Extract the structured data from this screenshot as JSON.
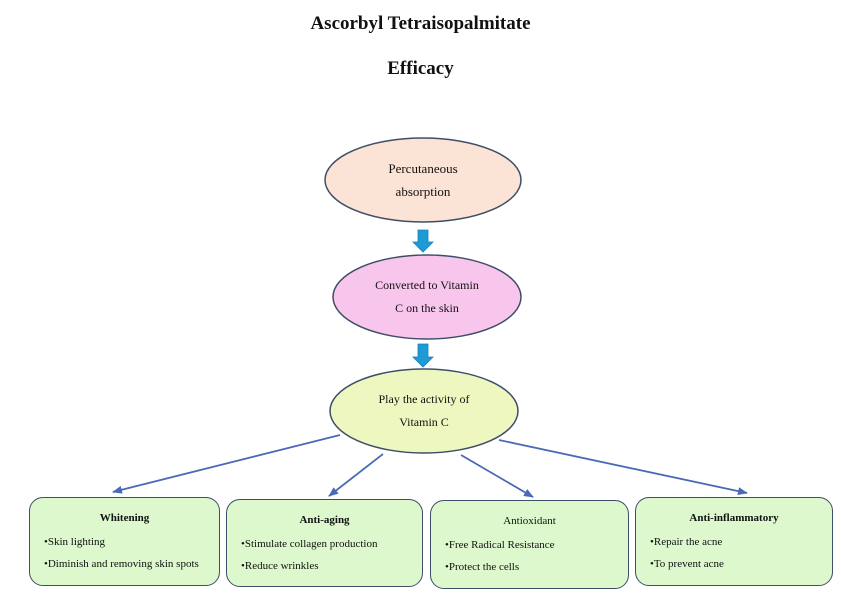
{
  "title": {
    "line1": "Ascorbyl Tetraisopalmitate",
    "line2": "Efficacy"
  },
  "flow": [
    {
      "line1": "Percutaneous",
      "line2": "absorption",
      "fill": "#fbe4d5"
    },
    {
      "line1": "Converted to Vitamin",
      "line2": "C on the skin",
      "fill": "#f8c6ec"
    },
    {
      "line1": "Play the activity of",
      "line2": "Vitamin C",
      "fill": "#eef7c0"
    }
  ],
  "effects": [
    {
      "title": "Whitening",
      "bold": true,
      "items": [
        "Skin lighting",
        "Diminish and removing skin spots"
      ]
    },
    {
      "title": "Anti-aging",
      "bold": true,
      "items": [
        "Stimulate collagen production",
        "Reduce wrinkles"
      ]
    },
    {
      "title": "Antioxidant",
      "bold": false,
      "items": [
        "Free Radical Resistance",
        "Protect the cells"
      ]
    },
    {
      "title": "Anti-inflammatory",
      "bold": true,
      "items": [
        "Repair the acne",
        "To prevent acne"
      ]
    }
  ],
  "colors": {
    "ellipse_stroke": "#3e4e66",
    "down_arrow": "#1e9ad6",
    "connector": "#4a6ab8",
    "box_fill": "#dcf8cc"
  }
}
